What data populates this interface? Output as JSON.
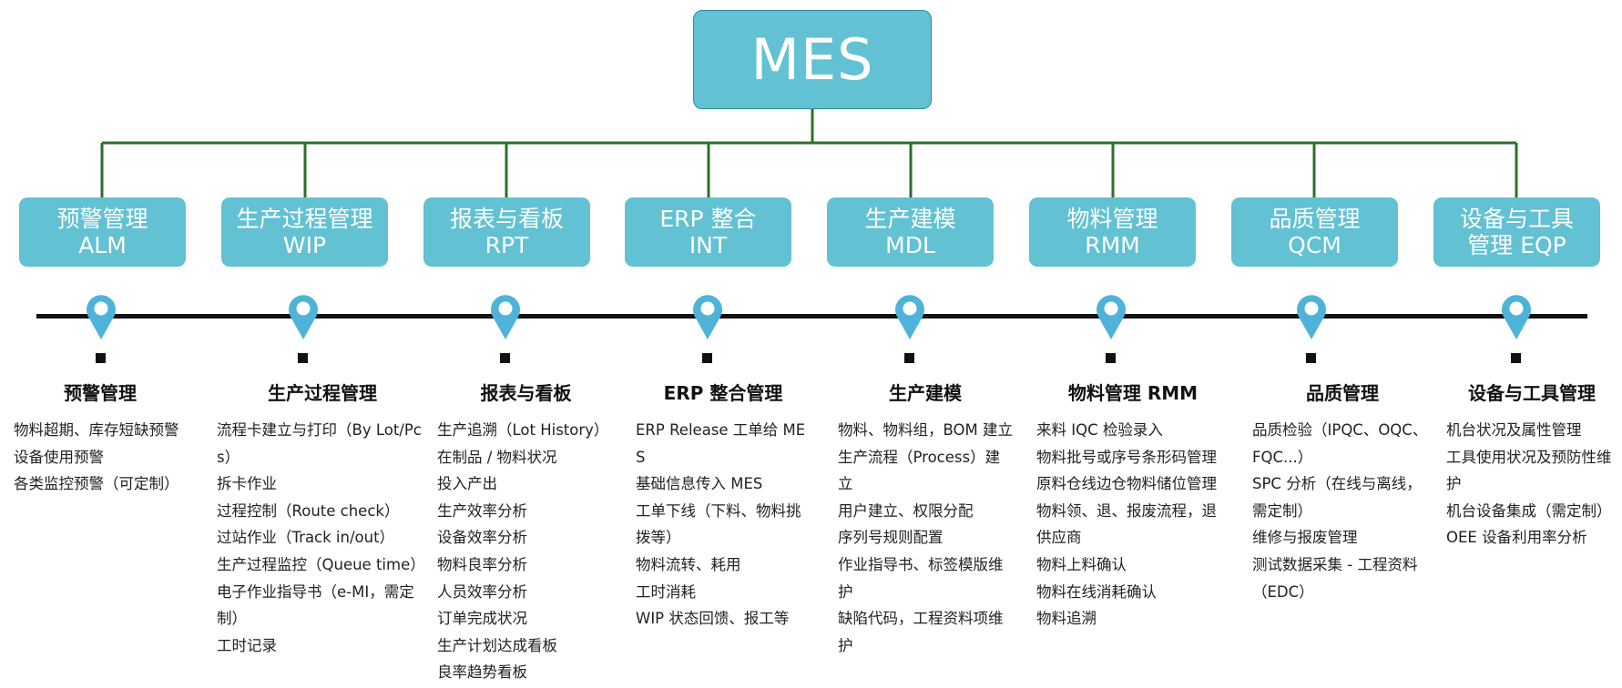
{
  "root": {
    "label": "MES"
  },
  "colors": {
    "box_fill": "#62c1d2",
    "connector": "#2e6e2e",
    "pin": "#4fb3d9",
    "timeline": "#111111"
  },
  "modules": [
    {
      "name_line1": "预警管理",
      "name_line2": "ALM",
      "detail_title": "预警管理",
      "items": [
        "物料超期、库存短缺预警",
        "设备使用预警",
        "各类监控预警（可定制）"
      ]
    },
    {
      "name_line1": "生产过程管理",
      "name_line2": "WIP",
      "detail_title": "生产过程管理",
      "items": [
        "流程卡建立与打印（By Lot/Pcs）",
        "拆卡作业",
        "过程控制（Route check）",
        "过站作业（Track in/out）",
        "生产过程监控（Queue time）",
        "电子作业指导书（e-MI，需定制）",
        "工时记录"
      ]
    },
    {
      "name_line1": "报表与看板",
      "name_line2": "RPT",
      "detail_title": "报表与看板",
      "items": [
        "生产追溯（Lot History）",
        "在制品 / 物料状况",
        "投入产出",
        "生产效率分析",
        "设备效率分析",
        "物料良率分析",
        "人员效率分析",
        "订单完成状况",
        "生产计划达成看板",
        "良率趋势看板"
      ]
    },
    {
      "name_line1": "ERP 整合",
      "name_line2": "INT",
      "detail_title": "ERP 整合管理",
      "items": [
        "ERP Release 工单给 MES",
        "基础信息传入 MES",
        "工单下线（下料、物料挑拨等）",
        "物料流转、耗用",
        "工时消耗",
        "WIP 状态回馈、报工等"
      ]
    },
    {
      "name_line1": "生产建模",
      "name_line2": "MDL",
      "detail_title": "生产建模",
      "items": [
        "物料、物料组，BOM 建立",
        "生产流程（Process）建立",
        "用户建立、权限分配",
        "序列号规则配置",
        "作业指导书、标签模版维护",
        "缺陷代码，工程资料项维护"
      ]
    },
    {
      "name_line1": "物料管理",
      "name_line2": "RMM",
      "detail_title": "物料管理 RMM",
      "items": [
        "来料 IQC 检验录入",
        "物料批号或序号条形码管理",
        "原料仓线边仓物料储位管理",
        "物料领、退、报废流程，退供应商",
        "物料上料确认",
        "物料在线消耗确认",
        "物料追溯"
      ]
    },
    {
      "name_line1": "品质管理",
      "name_line2": "QCM",
      "detail_title": "品质管理",
      "items": [
        "品质检验（IPQC、OQC、FQC...）",
        "SPC 分析（在线与离线，需定制）",
        "维修与报废管理",
        "测试数据采集 - 工程资料（EDC）"
      ]
    },
    {
      "name_line1": "设备与工具",
      "name_line2": "管理 EQP",
      "detail_title": "设备与工具管理",
      "items": [
        "机台状况及属性管理",
        "工具使用状况及预防性维护",
        "机台设备集成（需定制）",
        "OEE 设备利用率分析"
      ]
    }
  ]
}
